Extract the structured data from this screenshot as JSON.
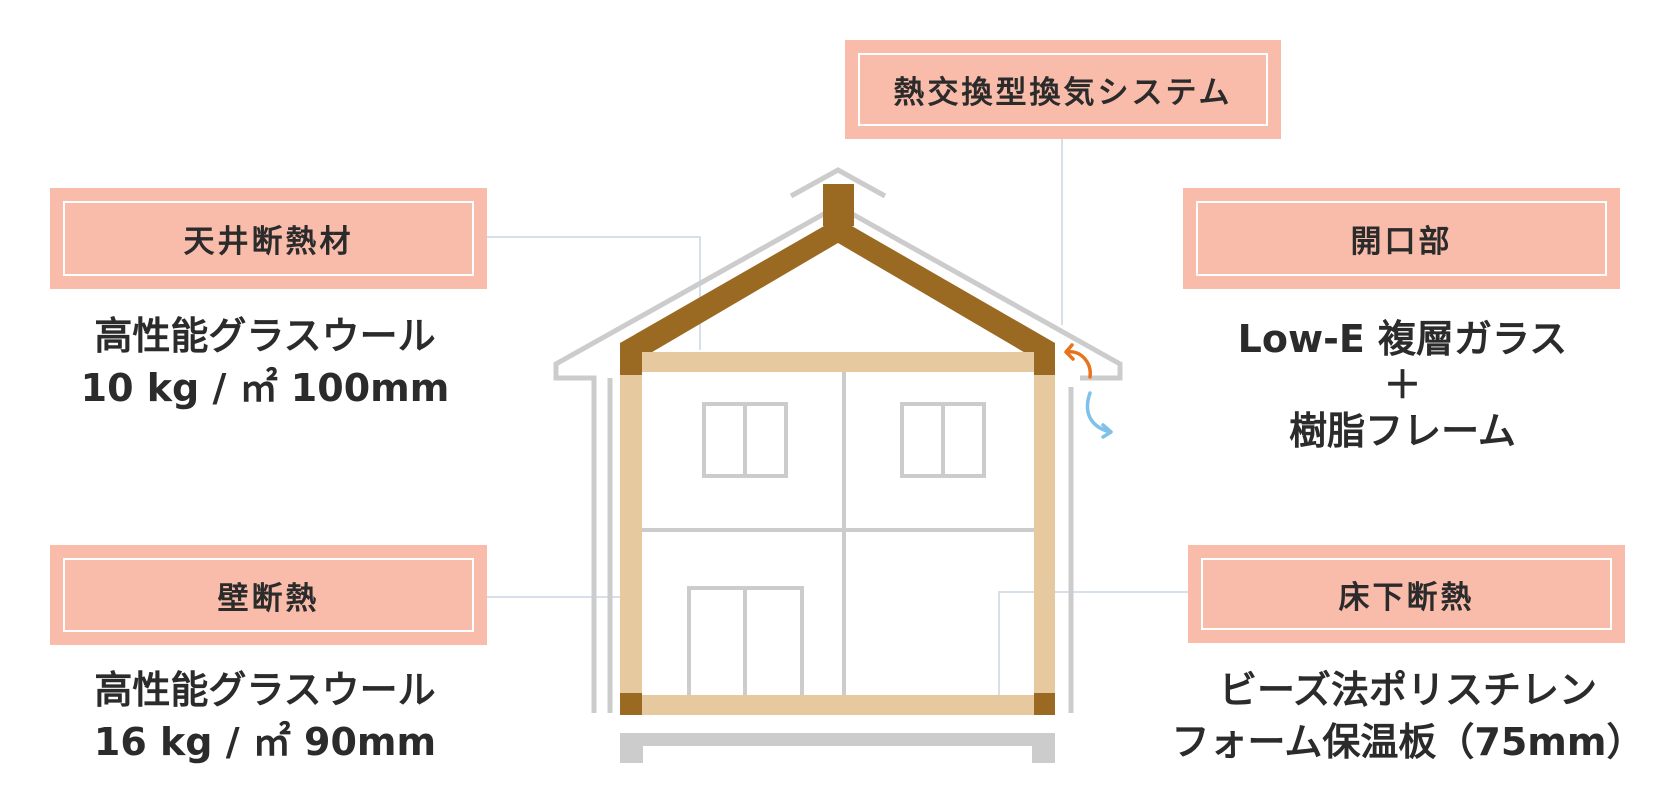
{
  "colors": {
    "label_fill": "#f9bcaa",
    "label_border": "#ffffff",
    "text": "#2b2b2b",
    "structure_dark": "#9a6a22",
    "structure_light": "#e6c99e",
    "outline_gray": "#cccccc",
    "leader_line": "#d6e0ea",
    "arrow_orange": "#e8731c",
    "arrow_blue": "#7fc1e8"
  },
  "labels": {
    "ventilation": "熱交換型換気システム",
    "ceiling": "天井断熱材",
    "opening": "開口部",
    "wall": "壁断熱",
    "floor": "床下断熱"
  },
  "descriptions": {
    "ceiling": {
      "line1": "高性能グラスウール",
      "line2": "10 kg / ㎡ 100mm"
    },
    "opening": {
      "line1": "Low-E 複層ガラス",
      "line2": "＋",
      "line3": "樹脂フレーム"
    },
    "wall": {
      "line1": "高性能グラスウール",
      "line2": "16 kg / ㎡ 90mm"
    },
    "floor": {
      "line1": "ビーズ法ポリスチレン",
      "line2": "フォーム保温板（75mm）"
    }
  }
}
